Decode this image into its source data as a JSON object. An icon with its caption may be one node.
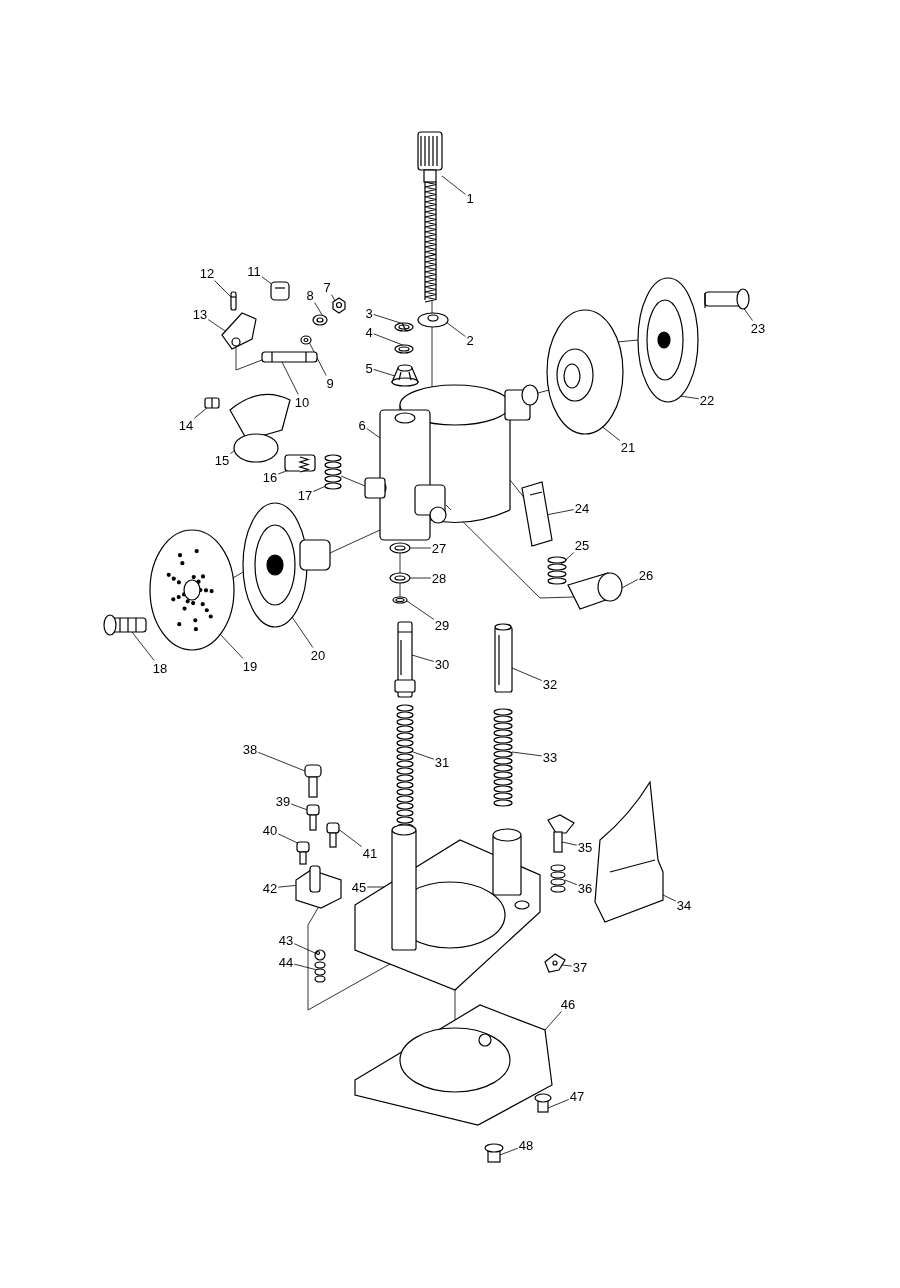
{
  "diagram": {
    "nodes": [
      {
        "text": [
          "1"
        ]
      },
      {
        "text": [
          "2"
        ]
      },
      {
        "text": [
          "3"
        ]
      },
      {
        "text": [
          "4"
        ]
      },
      {
        "text": [
          "5"
        ]
      },
      {
        "text": [
          "6"
        ]
      },
      {
        "text": [
          "7"
        ]
      },
      {
        "text": [
          "8"
        ]
      },
      {
        "text": [
          "9"
        ]
      },
      {
        "text": [
          "10"
        ]
      },
      {
        "text": [
          "11"
        ]
      },
      {
        "text": [
          "12"
        ]
      },
      {
        "text": [
          "13"
        ]
      },
      {
        "text": [
          "14"
        ]
      },
      {
        "text": [
          "15"
        ]
      },
      {
        "text": [
          "16"
        ]
      },
      {
        "text": [
          "17"
        ]
      },
      {
        "text": [
          "18"
        ]
      },
      {
        "text": [
          "19"
        ]
      },
      {
        "text": [
          "20"
        ]
      },
      {
        "text": [
          "21"
        ]
      },
      {
        "text": [
          "22"
        ]
      },
      {
        "text": [
          "23"
        ]
      },
      {
        "text": [
          "24"
        ]
      },
      {
        "text": [
          "25"
        ]
      },
      {
        "text": [
          "26"
        ]
      },
      {
        "text": [
          "27"
        ]
      },
      {
        "text": [
          "28"
        ]
      },
      {
        "text": [
          "29"
        ]
      },
      {
        "text": [
          "30"
        ]
      },
      {
        "text": [
          "31"
        ]
      },
      {
        "text": [
          "32"
        ]
      },
      {
        "text": [
          "33"
        ]
      },
      {
        "text": [
          "34"
        ]
      },
      {
        "text": [
          "35"
        ]
      },
      {
        "text": [
          "36"
        ]
      },
      {
        "text": [
          "37"
        ]
      },
      {
        "text": [
          "38"
        ]
      },
      {
        "text": [
          "39"
        ]
      },
      {
        "text": [
          "40"
        ]
      },
      {
        "text": [
          "41"
        ]
      },
      {
        "text": [
          "42"
        ]
      },
      {
        "text": [
          "43"
        ]
      },
      {
        "text": [
          "44"
        ]
      },
      {
        "text": [
          "45"
        ]
      },
      {
        "text": [
          "46"
        ]
      },
      {
        "text": [
          "47"
        ]
      },
      {
        "text": [
          "48"
        ]
      },
      {
        "text": [],
        "shape": "picture"
      },
      {
        "text": [],
        "shape": "picture"
      },
      {
        "text": [],
        "shape": "picture"
      },
      {
        "text": [],
        "shape": "picture"
      },
      {
        "text": [],
        "shape": "picture"
      },
      {
        "text": [],
        "shape": "picture"
      },
      {
        "text": [],
        "shape": "picture"
      },
      {
        "text": [],
        "shape": "picture"
      },
      {
        "text": [],
        "shape": "picture"
      },
      {
        "text": [],
        "shape": "picture"
      },
      {
        "text": [],
        "shape": "picture"
      },
      {
        "text": [],
        "shape": "picture"
      },
      {
        "text": [],
        "shape": "picture"
      },
      {
        "text": [],
        "shape": "picture"
      },
      {
        "text": [],
        "shape": "picture"
      },
      {
        "text": [],
        "shape": "picture"
      },
      {
        "text": [],
        "shape": "picture"
      },
      {
        "text": [],
        "shape": "picture"
      },
      {
        "text": [],
        "shape": "picture"
      },
      {
        "text": [],
        "shape": "picture"
      },
      {
        "text": [],
        "shape": "picture"
      },
      {
        "text": [],
        "shape": "picture"
      },
      {
        "text": [],
        "shape": "picture"
      },
      {
        "text": [],
        "shape": "picture"
      },
      {
        "text": [],
        "shape": "picture"
      },
      {
        "text": [],
        "shape": "picture"
      },
      {
        "text": [],
        "shape": "picture"
      },
      {
        "text": [],
        "shape": "picture"
      },
      {
        "text": [],
        "shape": "picture"
      },
      {
        "text": [],
        "shape": "picture"
      },
      {
        "text": [],
        "shape": "picture"
      },
      {
        "text": [],
        "shape": "picture"
      },
      {
        "text": [],
        "shape": "picture"
      },
      {
        "text": [],
        "shape": "picture"
      },
      {
        "text": [],
        "shape": "picture"
      },
      {
        "text": [],
        "shape": "picture"
      },
      {
        "text": [],
        "shape": "picture"
      },
      {
        "text": [],
        "shape": "picture"
      },
      {
        "text": [],
        "shape": "picture"
      },
      {
        "text": [],
        "shape": "picture"
      },
      {
        "text": [],
        "shape": "picture"
      },
      {
        "text": [],
        "shape": "picture"
      },
      {
        "text": [],
        "shape": "picture"
      },
      {
        "text": [],
        "shape": "picture"
      },
      {
        "text": [],
        "shape": "picture"
      },
      {
        "text": [],
        "shape": "picture"
      },
      {
        "text": [],
        "shape": "picture"
      },
      {
        "text": [],
        "shape": "picture"
      }
    ],
    "edges": [
      {
        "from": 0,
        "to": 48,
        "arrow": "none"
      },
      {
        "from": 1,
        "to": 49,
        "arrow": "none"
      },
      {
        "from": 2,
        "to": 50,
        "arrow": "none"
      },
      {
        "from": 3,
        "to": 51,
        "arrow": "none"
      },
      {
        "from": 4,
        "to": 52,
        "arrow": "none"
      },
      {
        "from": 5,
        "to": 53,
        "arrow": "none"
      },
      {
        "from": 6,
        "to": 54,
        "arrow": "none"
      },
      {
        "from": 7,
        "to": 55,
        "arrow": "none"
      },
      {
        "from": 8,
        "to": 56,
        "arrow": "none"
      },
      {
        "from": 9,
        "to": 57,
        "arrow": "none"
      },
      {
        "from": 10,
        "to": 58,
        "arrow": "none"
      },
      {
        "from": 11,
        "to": 59,
        "arrow": "none"
      },
      {
        "from": 12,
        "to": 60,
        "arrow": "none"
      },
      {
        "from": 13,
        "to": 61,
        "arrow": "none"
      },
      {
        "from": 14,
        "to": 62,
        "arrow": "none"
      },
      {
        "from": 15,
        "to": 63,
        "arrow": "none"
      },
      {
        "from": 16,
        "to": 64,
        "arrow": "none"
      },
      {
        "from": 17,
        "to": 65,
        "arrow": "none"
      },
      {
        "from": 18,
        "to": 66,
        "arrow": "none"
      },
      {
        "from": 19,
        "to": 67,
        "arrow": "none"
      },
      {
        "from": 20,
        "to": 68,
        "arrow": "none"
      },
      {
        "from": 21,
        "to": 69,
        "arrow": "none"
      },
      {
        "from": 22,
        "to": 70,
        "arrow": "none"
      },
      {
        "from": 23,
        "to": 71,
        "arrow": "none"
      },
      {
        "from": 24,
        "to": 72,
        "arrow": "none"
      },
      {
        "from": 25,
        "to": 73,
        "arrow": "none"
      },
      {
        "from": 26,
        "to": 74,
        "arrow": "none"
      },
      {
        "from": 27,
        "to": 75,
        "arrow": "none"
      },
      {
        "from": 28,
        "to": 76,
        "arrow": "none"
      },
      {
        "from": 29,
        "to": 77,
        "arrow": "none"
      },
      {
        "from": 30,
        "to": 78,
        "arrow": "none"
      },
      {
        "from": 31,
        "to": 79,
        "arrow": "none"
      },
      {
        "from": 32,
        "to": 80,
        "arrow": "none"
      },
      {
        "from": 33,
        "to": 81,
        "arrow": "none"
      },
      {
        "from": 34,
        "to": 82,
        "arrow": "none"
      },
      {
        "from": 35,
        "to": 83,
        "arrow": "none"
      },
      {
        "from": 36,
        "to": 84,
        "arrow": "none"
      },
      {
        "from": 37,
        "to": 85,
        "arrow": "none"
      },
      {
        "from": 38,
        "to": 86,
        "arrow": "none"
      },
      {
        "from": 39,
        "to": 87,
        "arrow": "none"
      },
      {
        "from": 40,
        "to": 88,
        "arrow": "none"
      },
      {
        "from": 41,
        "to": 89,
        "arrow": "none"
      },
      {
        "from": 42,
        "to": 90,
        "arrow": "none"
      },
      {
        "from": 43,
        "to": 91,
        "arrow": "none"
      },
      {
        "from": 44,
        "to": 92,
        "arrow": "none"
      },
      {
        "from": 45,
        "to": 93,
        "arrow": "none"
      },
      {
        "from": 46,
        "to": 94,
        "arrow": "none"
      },
      {
        "from": 47,
        "to": 95,
        "arrow": "none"
      },
      {
        "from": 48,
        "to": 53,
        "arrow": "none"
      },
      {
        "from": 53,
        "to": 68,
        "arrow": "none"
      },
      {
        "from": 68,
        "to": 69,
        "arrow": "none"
      },
      {
        "from": 67,
        "to": 53,
        "arrow": "none"
      },
      {
        "from": 66,
        "to": 67,
        "arrow": "none"
      },
      {
        "from": 53,
        "to": 71,
        "arrow": "none"
      },
      {
        "from": 53,
        "to": 73,
        "arrow": "none"
      },
      {
        "from": 74,
        "to": 76,
        "arrow": "none"
      },
      {
        "from": 89,
        "to": 92,
        "arrow": "none"
      },
      {
        "from": 92,
        "to": 93,
        "arrow": "none"
      },
      {
        "from": 60,
        "to": 57,
        "arrow": "none"
      },
      {
        "from": 64,
        "to": 53,
        "arrow": "none"
      }
    ]
  }
}
